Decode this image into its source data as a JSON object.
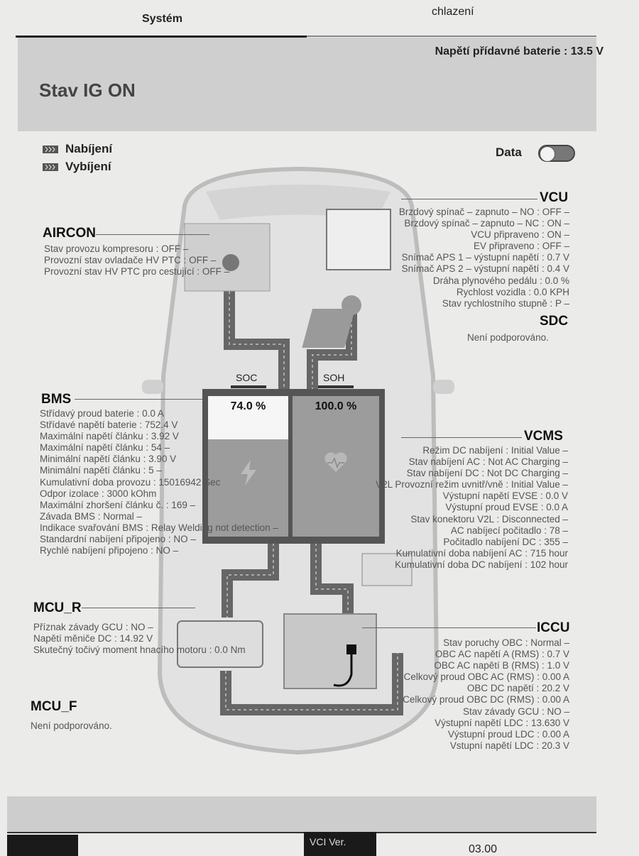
{
  "tabs": {
    "system": "Systém",
    "cooling": "chlazení"
  },
  "header": {
    "aux_battery": "Napětí přídavné baterie : 13.5 V",
    "title": "Stav IG ON"
  },
  "legend": {
    "charging": "Nabíjení",
    "discharging": "Vybíjení"
  },
  "data_toggle": {
    "label": "Data",
    "on": false
  },
  "aircon": {
    "title": "AIRCON",
    "lines": [
      "Stav provozu kompresoru : OFF –",
      "Provozní stav ovladače HV PTC : OFF –",
      "Provozní stav HV PTC pro cestující : OFF –"
    ]
  },
  "vcu": {
    "title": "VCU",
    "lines": [
      "Brzdový spínač – zapnuto – NO : OFF –",
      "Brzdový spínač – zapnuto – NC : ON –",
      "VCU připraveno : ON –",
      "EV připraveno : OFF –",
      "Snímač APS 1 – výstupní napětí : 0.7 V",
      "Snímač APS 2 – výstupní napětí : 0.4 V",
      "Dráha plynového pedálu : 0.0 %",
      "Rychlost vozidla : 0.0 KPH",
      "Stav rychlostního stupně : P –"
    ]
  },
  "sdc": {
    "title": "SDC",
    "status": "Není podporováno."
  },
  "bms": {
    "title": "BMS",
    "lines": [
      "Střídavý proud baterie : 0.0 A",
      "Střídavé napětí baterie : 752.4 V",
      "Maximální napětí článku : 3.92 V",
      "Maximální napětí článku : 54 –",
      "Minimální napětí článku : 3.90 V",
      "Minimální napětí článku : 5 –",
      "Kumulativní doba provozu : 15016942 Sec",
      "Odpor izolace : 3000 kOhm",
      "Maximální zhoršení článku č. : 169 –",
      "Závada BMS : Normal –",
      "Indikace svařování BMS : Relay Welding not detection –",
      "Standardní nabíjení připojeno : NO –",
      "Rychlé nabíjení připojeno : NO –"
    ]
  },
  "battery": {
    "soc_label": "SOC",
    "soc_value": "74.0 %",
    "soc_fraction": 0.74,
    "soh_label": "SOH",
    "soh_value": "100.0 %",
    "soh_fraction": 1.0
  },
  "vcms": {
    "title": "VCMS",
    "lines": [
      "Režim DC nabíjení : Initial Value –",
      "Stav nabíjení AC : Not AC Charging –",
      "Stav nabíjení DC : Not DC Charging –",
      "V2L Provozní režim uvnitř/vně : Initial Value –",
      "Výstupní napětí EVSE : 0.0 V",
      "Výstupní proud EVSE : 0.0 A",
      "Stav konektoru V2L : Disconnected –",
      "AC nabíjecí počitadlo : 78 –",
      "Počitadlo nabíjení DC : 355 –",
      "Kumulativní doba nabíjení AC : 715 hour",
      "Kumulativní doba DC nabíjení : 102 hour"
    ]
  },
  "mcu_r": {
    "title": "MCU_R",
    "lines": [
      "Příznak závady GCU : NO –",
      "Napětí měniče DC : 14.92 V",
      "Skutečný točivý moment hnacího motoru : 0.0 Nm"
    ]
  },
  "mcu_f": {
    "title": "MCU_F",
    "status": "Není podporováno."
  },
  "iccu": {
    "title": "ICCU",
    "lines": [
      "Stav poruchy OBC : Normal –",
      "OBC AC napětí A (RMS) : 0.7 V",
      "OBC AC napětí B (RMS) : 1.0 V",
      "Celkový proud OBC AC (RMS) : 0.00 A",
      "OBC DC napětí : 20.2 V",
      "Celkový proud OBC DC (RMS) : 0.00 A",
      "Stav závady GCU : NO –",
      "Výstupní napětí LDC : 13.630 V",
      "Výstupní proud LDC : 0.00 A",
      "Vstupní napětí LDC : 20.3 V"
    ]
  },
  "footer": {
    "vci_label": "VCI Ver.",
    "vci_value": "03.00"
  }
}
